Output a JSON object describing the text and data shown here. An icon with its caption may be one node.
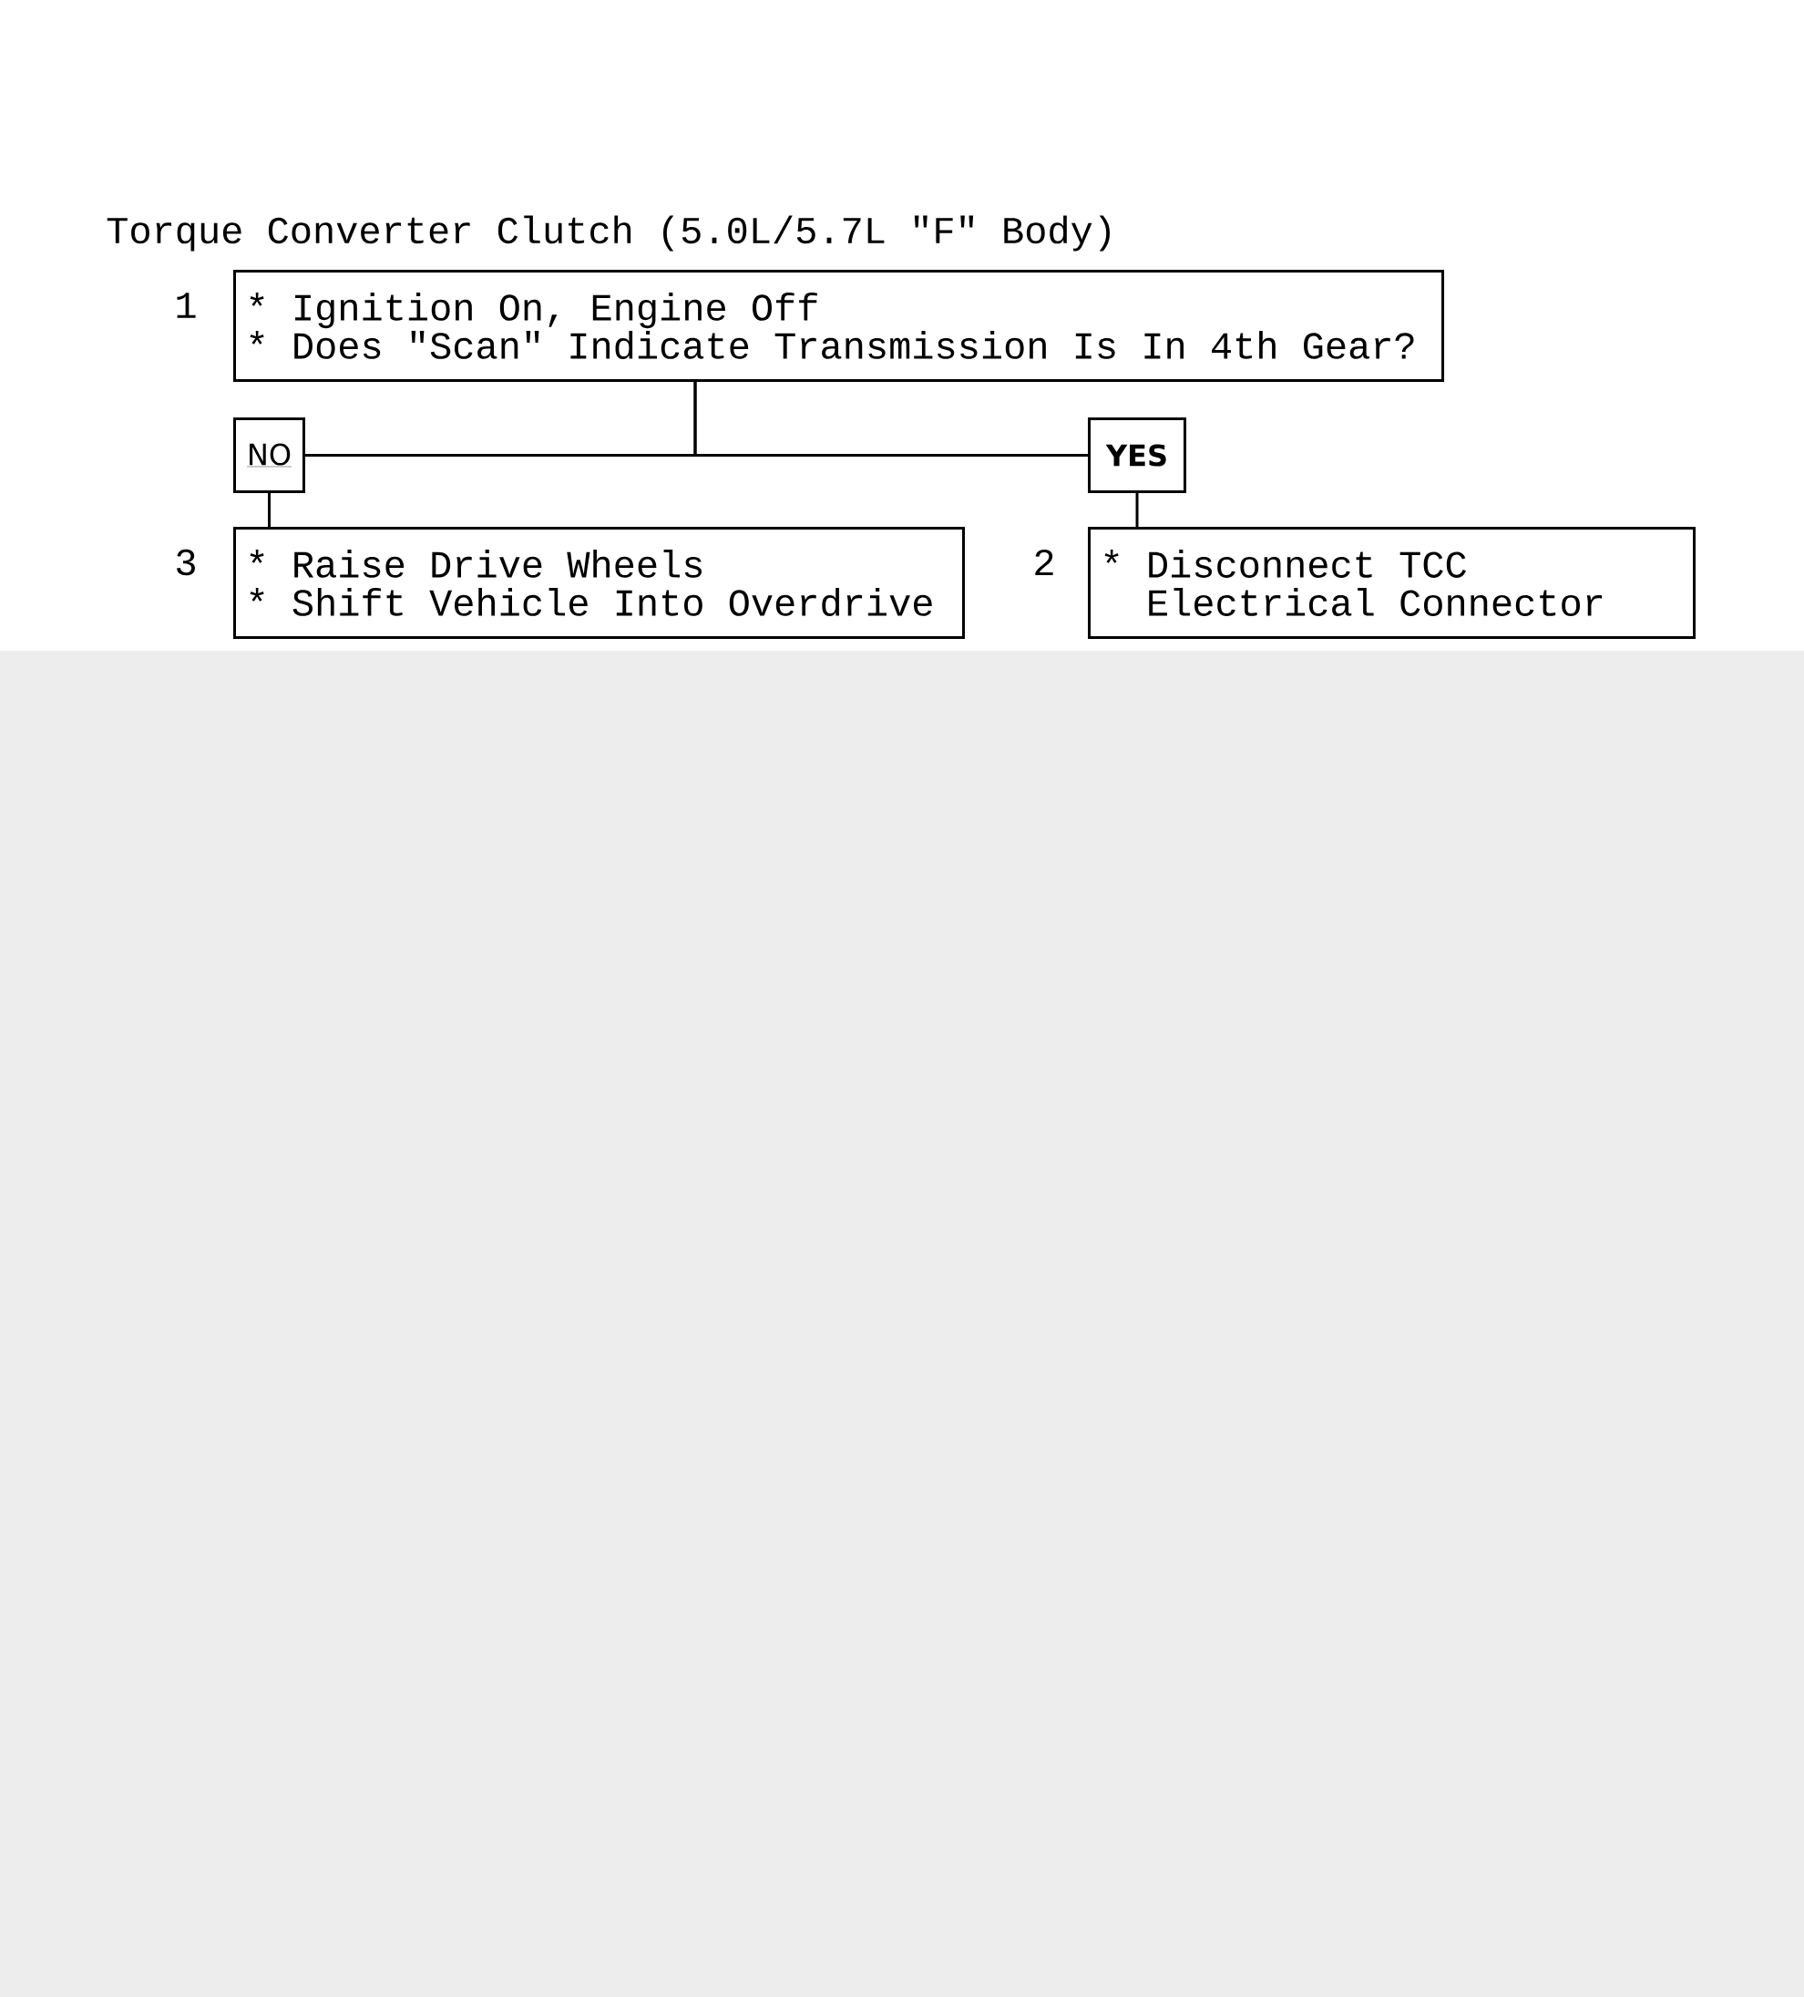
{
  "diagram": {
    "title": "Torque Converter Clutch (5.0L/5.7L \"F\" Body)",
    "nodes": [
      {
        "text": [
          "* Ignition On, Engine Off",
          "* Does \"Scan\" Indicate Transmission Is In 4th Gear?"
        ],
        "beside": [
          "1"
        ]
      },
      {
        "text": [
          "NO"
        ]
      },
      {
        "text": [
          "YES"
        ]
      },
      {
        "text": [
          "* Raise Drive Wheels",
          "* Shift Vehicle Into Overdrive"
        ],
        "beside": [
          "3"
        ]
      },
      {
        "text": [
          "* Disconnect TCC Electrical Connector"
        ],
        "beside": [
          "2"
        ]
      }
    ],
    "edges": [
      {
        "from": 0,
        "to": 1,
        "arrow": "none"
      },
      {
        "from": 0,
        "to": 2,
        "arrow": "none"
      },
      {
        "from": 1,
        "to": 3,
        "arrow": "none"
      },
      {
        "from": 2,
        "to": 4,
        "arrow": "none"
      }
    ]
  }
}
